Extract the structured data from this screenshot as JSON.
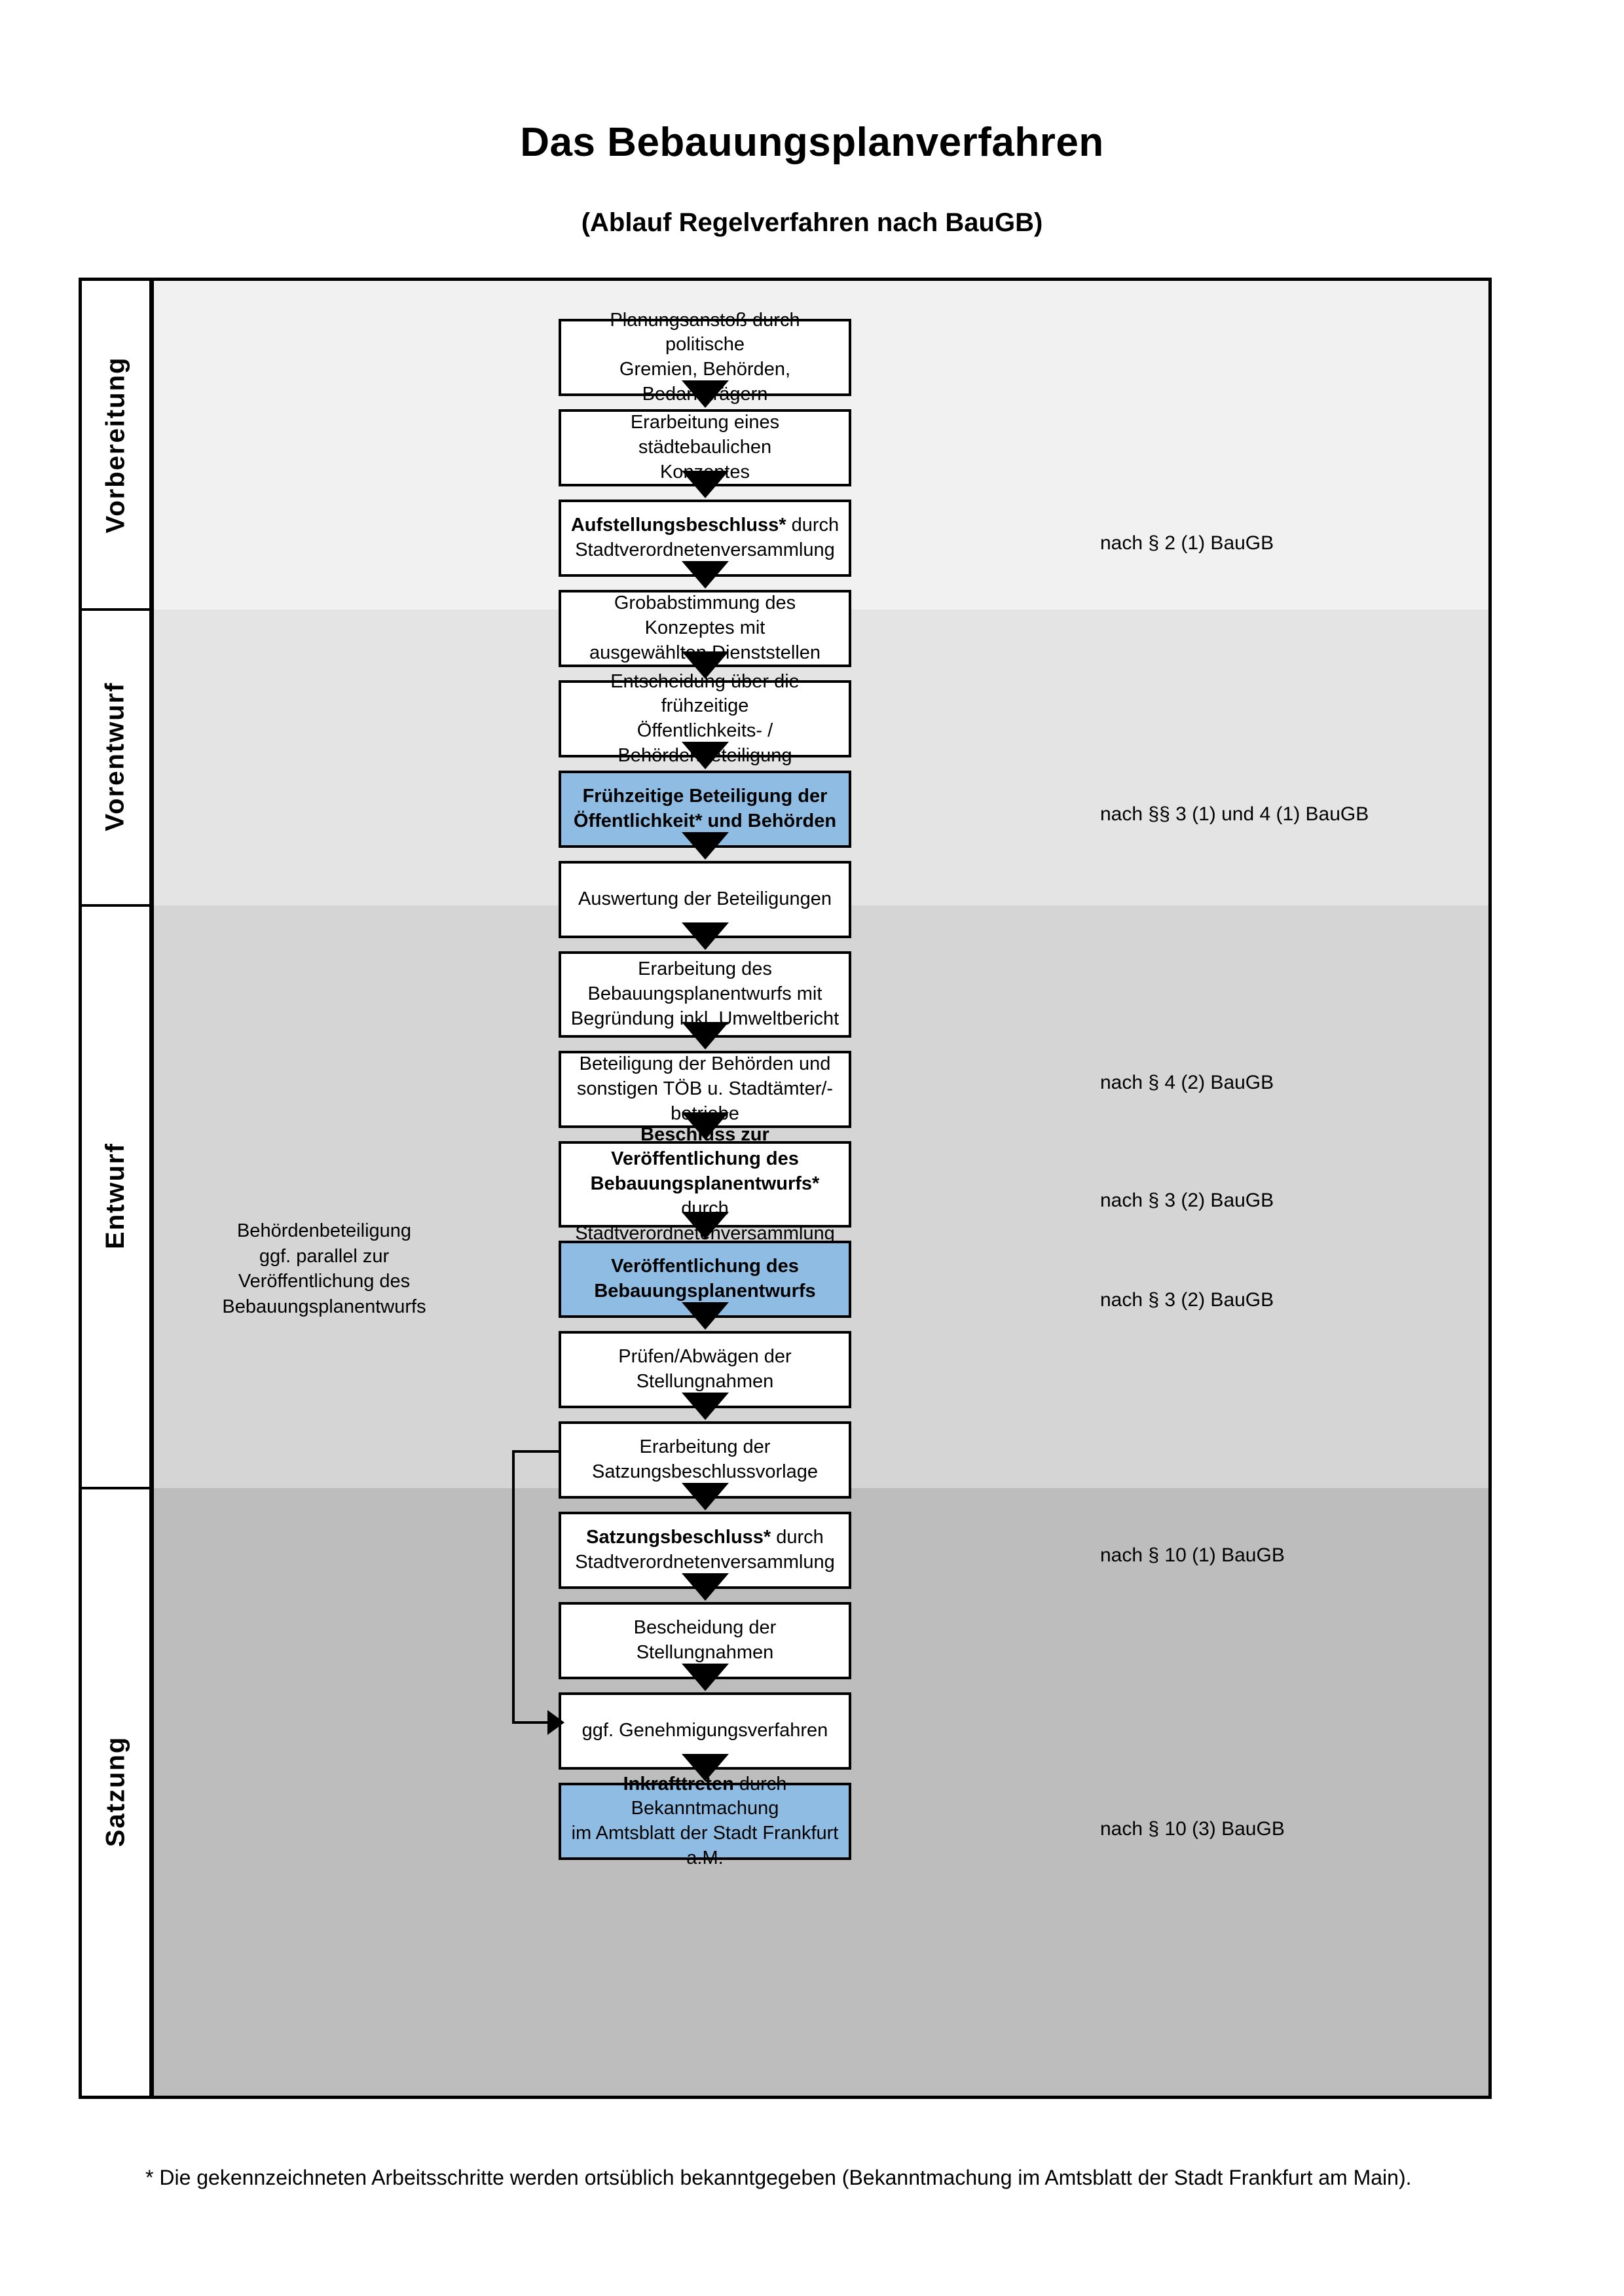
{
  "header": {
    "title": "Das Bebauungsplanverfahren",
    "subtitle": "(Ablauf Regelverfahren nach BauGB)"
  },
  "phases": [
    {
      "label": "Vorbereitung",
      "background": "#F1F1F1"
    },
    {
      "label": "Vorentwurf",
      "background": "#E4E4E4"
    },
    {
      "label": "Entwurf",
      "background": "#D5D5D5"
    },
    {
      "label": "Satzung",
      "background": "#BDBDBD"
    }
  ],
  "nodes": [
    {
      "id": "planungsanstoss",
      "line1": "Planungsanstoß durch politische",
      "line2": "Gremien, Behörden, Bedarfsträgern",
      "bold1": false,
      "bold2": false,
      "highlight": false
    },
    {
      "id": "staedtebauliches-konzept",
      "line1": "Erarbeitung eines städtebaulichen",
      "line2": "Konzeptes",
      "bold1": false,
      "bold2": false,
      "highlight": false
    },
    {
      "id": "aufstellungsbeschluss",
      "line1": "Aufstellungsbeschluss* durch",
      "line2": "Stadtverordnetenversammlung",
      "bold1": true,
      "bold2": false,
      "highlight": false
    },
    {
      "id": "grobabstimmung",
      "line1": "Grobabstimmung des Konzeptes mit",
      "line2": "ausgewählten Dienststellen",
      "bold1": false,
      "bold2": false,
      "highlight": false
    },
    {
      "id": "entscheidung-fruehzeitige",
      "line1": "Entscheidung über die frühzeitige",
      "line2": "Öffentlichkeits- / Behördenbeteiligung",
      "bold1": false,
      "bold2": false,
      "highlight": false
    },
    {
      "id": "fruehzeitige-beteiligung",
      "line1": "Frühzeitige Beteiligung der",
      "line2": "Öffentlichkeit* und Behörden",
      "bold1": true,
      "bold2": true,
      "highlight": true
    },
    {
      "id": "auswertung-beteiligungen",
      "line1": "Auswertung der Beteiligungen",
      "line2": "",
      "bold1": false,
      "bold2": false,
      "highlight": false
    },
    {
      "id": "erarbeitung-bplanentwurf",
      "line1": "Erarbeitung des",
      "line2": "Bebauungsplanentwurfs mit",
      "line3": "Begründung inkl. Umweltbericht",
      "bold1": false,
      "bold2": false,
      "highlight": false
    },
    {
      "id": "beteiligung-behoerden",
      "line1": "Beteiligung der Behörden und",
      "line2": "sonstigen TÖB u. Stadtämter/-betriebe",
      "bold1": false,
      "bold2": false,
      "highlight": false
    },
    {
      "id": "beschluss-veroeffentlichung",
      "line1": "Beschluss zur Veröffentlichung des",
      "line2": "Bebauungsplanentwurfs* durch",
      "line3": "Stadtverordnetenversammlung",
      "bold1": true,
      "bold2": true,
      "highlight": false
    },
    {
      "id": "veroeffentlichung-entwurf",
      "line1": "Veröffentlichung des",
      "line2": "Bebauungsplanentwurfs",
      "bold1": true,
      "bold2": true,
      "highlight": true
    },
    {
      "id": "pruefen-abwaegen",
      "line1": "Prüfen/Abwägen der Stellungnahmen",
      "line2": "",
      "bold1": false,
      "bold2": false,
      "highlight": false
    },
    {
      "id": "satzungsbeschlussvorlage",
      "line1": "Erarbeitung der",
      "line2": "Satzungsbeschlussvorlage",
      "bold1": false,
      "bold2": false,
      "highlight": false
    },
    {
      "id": "satzungsbeschluss",
      "line1": "Satzungsbeschluss* durch",
      "line2": "Stadtverordnetenversammlung",
      "bold1": true,
      "bold2": false,
      "highlight": false
    },
    {
      "id": "bescheidung-stellungnahmen",
      "line1": "Bescheidung der Stellungnahmen",
      "line2": "",
      "bold1": false,
      "bold2": false,
      "highlight": false
    },
    {
      "id": "genehmigungsverfahren",
      "line1": "ggf. Genehmigungsverfahren",
      "line2": "",
      "bold1": false,
      "bold2": false,
      "highlight": false
    },
    {
      "id": "inkrafttreten",
      "line1": "Inkrafttreten durch Bekanntmachung",
      "line2": "im Amtsblatt der Stadt Frankfurt a.M.",
      "bold1": true,
      "bold2": false,
      "highlight": true
    }
  ],
  "notes": [
    {
      "id": "note-par2",
      "text": "nach § 2 (1) BauGB"
    },
    {
      "id": "note-par3-4",
      "text": "nach §§ 3 (1) und 4 (1) BauGB"
    },
    {
      "id": "note-par4-2",
      "text": "nach § 4 (2) BauGB"
    },
    {
      "id": "note-par3-2a",
      "text": "nach § 3 (2) BauGB"
    },
    {
      "id": "note-par3-2b",
      "text": "nach § 3 (2) BauGB"
    },
    {
      "id": "note-par10-1",
      "text": "nach § 10 (1) BauGB"
    },
    {
      "id": "note-par10-3",
      "text": "nach § 10 (3) BauGB"
    }
  ],
  "side_note": {
    "line1": "Behördenbeteiligung",
    "line2": "ggf. parallel zur",
    "line3": "Veröffentlichung des",
    "line4": "Bebauungsplanentwurfs"
  },
  "footnote": {
    "text": "* Die gekennzeichneten Arbeitsschritte werden ortsüblich bekanntgegeben (Bekanntmachung im Amtsblatt  der Stadt Frankfurt am Main)."
  },
  "colors": {
    "highlight": "#8FBCE2",
    "outline": "#000000"
  }
}
